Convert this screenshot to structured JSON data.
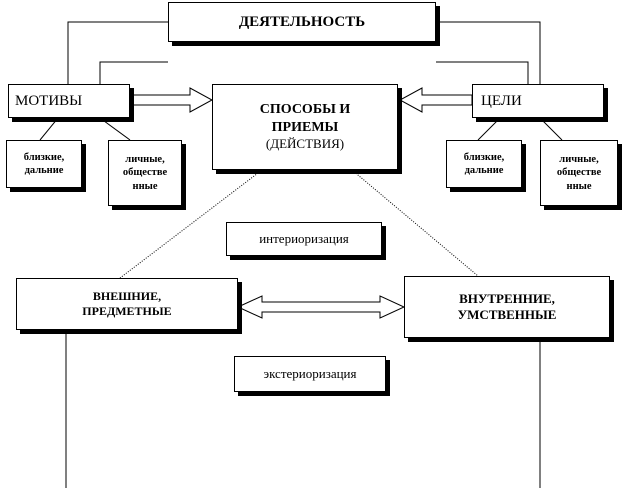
{
  "nodes": {
    "activity": "ДЕЯТЕЛЬНОСТЬ",
    "motives": "МОТИВЫ",
    "goals": "ЦЕЛИ",
    "methods_line1": "СПОСОБЫ И",
    "methods_line2": "ПРИЕМЫ",
    "methods_line3": "(ДЕЙСТВИЯ)",
    "motives_near_far_1": "близкие,",
    "motives_near_far_2": "дальние",
    "motives_personal_social_1": "личные,",
    "motives_personal_social_2": "обществе",
    "motives_personal_social_3": "нные",
    "goals_near_far_1": "близкие,",
    "goals_near_far_2": "дальние",
    "goals_personal_social_1": "личные,",
    "goals_personal_social_2": "обществе",
    "goals_personal_social_3": "нные",
    "interiorization": "интериоризация",
    "external_1": "ВНЕШНИЕ,",
    "external_2": "ПРЕДМЕТНЫЕ",
    "internal_1": "ВНУТРЕННИЕ,",
    "internal_2": "УМСТВЕННЫЕ",
    "exteriorization": "экстериоризация"
  }
}
